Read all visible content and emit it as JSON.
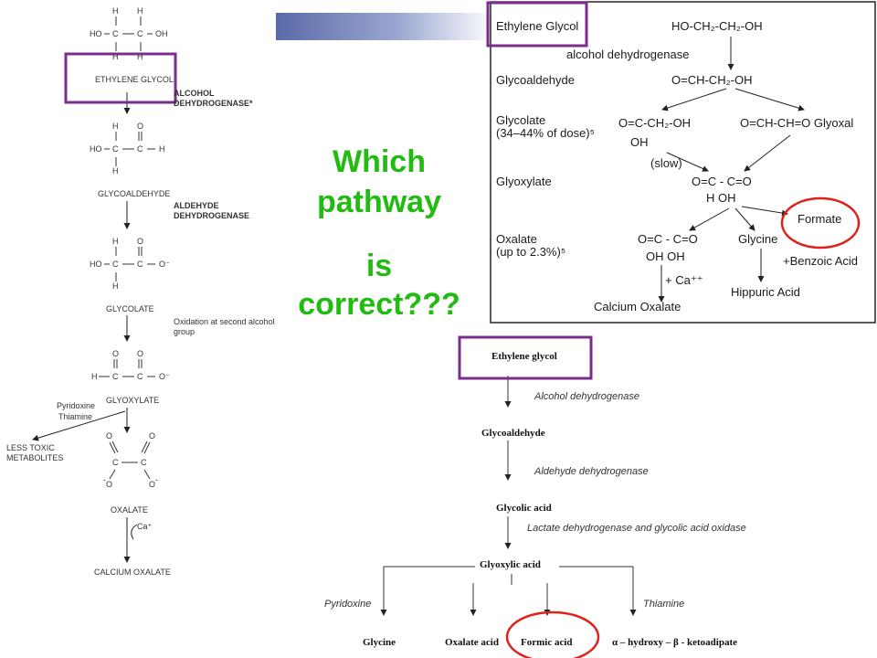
{
  "question": {
    "line1": "Which",
    "line2": "pathway",
    "line3": "is",
    "line4": "correct???"
  },
  "colors": {
    "question": "#22bb11",
    "highlight_box": "#7b2d8e",
    "highlight_circle": "#e0201b",
    "banner": "#5a6aa8"
  },
  "left_pathway": {
    "ethylene_glycol": {
      "h_top": "H",
      "h_top2": "H",
      "left": "HO",
      "c1": "C",
      "c2": "C",
      "right": "OH",
      "h_bot": "H",
      "h_bot2": "H",
      "name": "ETHYLENE GLYCOL"
    },
    "enzyme1_line1": "ALCOHOL",
    "enzyme1_line2": "DEHYDROGENASE*",
    "glycoaldehyde": {
      "h_top": "H",
      "o_top": "O",
      "left": "HO",
      "c1": "C",
      "c2": "C",
      "right": "H",
      "h_bot": "H",
      "name": "GLYCOALDEHYDE"
    },
    "enzyme2_line1": "ALDEHYDE",
    "enzyme2_line2": "DEHYDROGENASE",
    "glycolate": {
      "h_top": "H",
      "o_top": "O",
      "left": "HO",
      "c1": "C",
      "c2": "C",
      "right": "O⁻",
      "h_bot": "H",
      "name": "GLYCOLATE"
    },
    "note1_line1": "Oxidation at second alcohol",
    "note1_line2": "group",
    "glyoxylate": {
      "o_top": "O",
      "o_top2": "O",
      "left": "H",
      "c1": "C",
      "c2": "C",
      "right": "O⁻",
      "name": "GLYOXYLATE"
    },
    "cofactor1": "Pyridoxine",
    "cofactor2": "Thiamine",
    "less_toxic_line1": "LESS TOXIC",
    "less_toxic_line2": "METABOLITES",
    "oxalate": {
      "o_top": "O",
      "o_top2": "O",
      "c1": "C",
      "c2": "C",
      "o_bot": "O",
      "o_bot2": "O",
      "minus": "-",
      "minus2": "-",
      "name": "OXALATE"
    },
    "ca": "Ca⁺",
    "calcium_oxalate": "CALCIUM OXALATE"
  },
  "right_top": {
    "ethylene_glycol": "Ethylene Glycol",
    "eg_formula": "HO-CH₂-CH₂-OH",
    "enzyme": "alcohol dehydrogenase",
    "glycoaldehyde": "Glycoaldehyde",
    "ga_formula": "O=CH-CH₂-OH",
    "glycolate": "Glycolate",
    "glycolate_note": "(34–44% of dose)⁵",
    "glycolate_formula": "O=C-CH₂-OH",
    "glycolate_oh": "OH",
    "glyoxal_formula": "O=CH-CH=O Glyoxal",
    "slow": "(slow)",
    "glyoxylate": "Glyoxylate",
    "glyoxylate_formula": "O=C - C=O",
    "glyoxylate_sub": "H OH",
    "formate": "Formate",
    "oxalate": "Oxalate",
    "oxalate_note": "(up to 2.3%)⁵",
    "oxalate_formula": "O=C - C=O",
    "oxalate_sub": "OH OH",
    "glycine": "Glycine",
    "benzoic": "+Benzoic Acid",
    "ca": "+ Ca⁺⁺",
    "hippuric": "Hippuric Acid",
    "calcium_oxalate": "Calcium Oxalate"
  },
  "right_bottom": {
    "ethylene_glycol": "Ethylene glycol",
    "enzyme1": "Alcohol dehydrogenase",
    "glycoaldehyde": "Glycoaldehyde",
    "enzyme2": "Aldehyde dehydrogenase",
    "glycolic": "Glycolic acid",
    "enzyme3": "Lactate dehydrogenase and glycolic acid oxidase",
    "glyoxylic": "Glyoxylic acid",
    "pyridoxine": "Pyridoxine",
    "thiamine": "Thiamine",
    "glycine": "Glycine",
    "oxalate": "Oxalate acid",
    "formic": "Formic acid",
    "ketoadipate": "α – hydroxy – β - ketoadipate"
  }
}
